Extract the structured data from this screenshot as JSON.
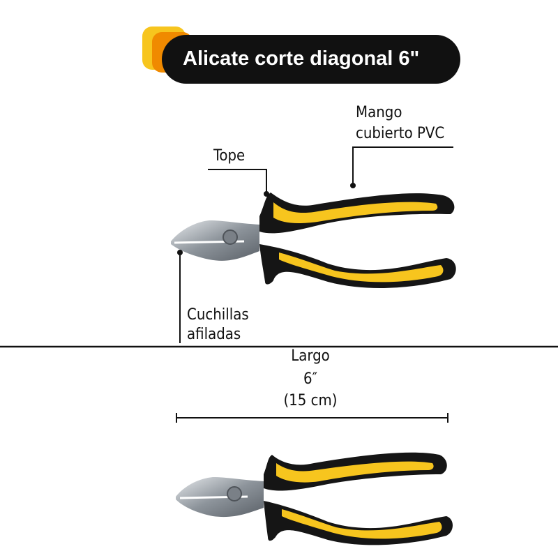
{
  "title": "Alicate corte diagonal 6\"",
  "callouts": {
    "handle_label_line1": "Mango",
    "handle_label_line2": "cubierto PVC",
    "stop_label": "Tope",
    "blades_label_line1": "Cuchillas",
    "blades_label_line2": "afiladas"
  },
  "dimension": {
    "label": "Largo",
    "inches": "6″",
    "cm": "(15 cm)"
  },
  "colors": {
    "accent_yellow": "#F7C51E",
    "accent_orange": "#F08A00",
    "grip_black": "#151515",
    "steel": "#9AA0A6"
  }
}
